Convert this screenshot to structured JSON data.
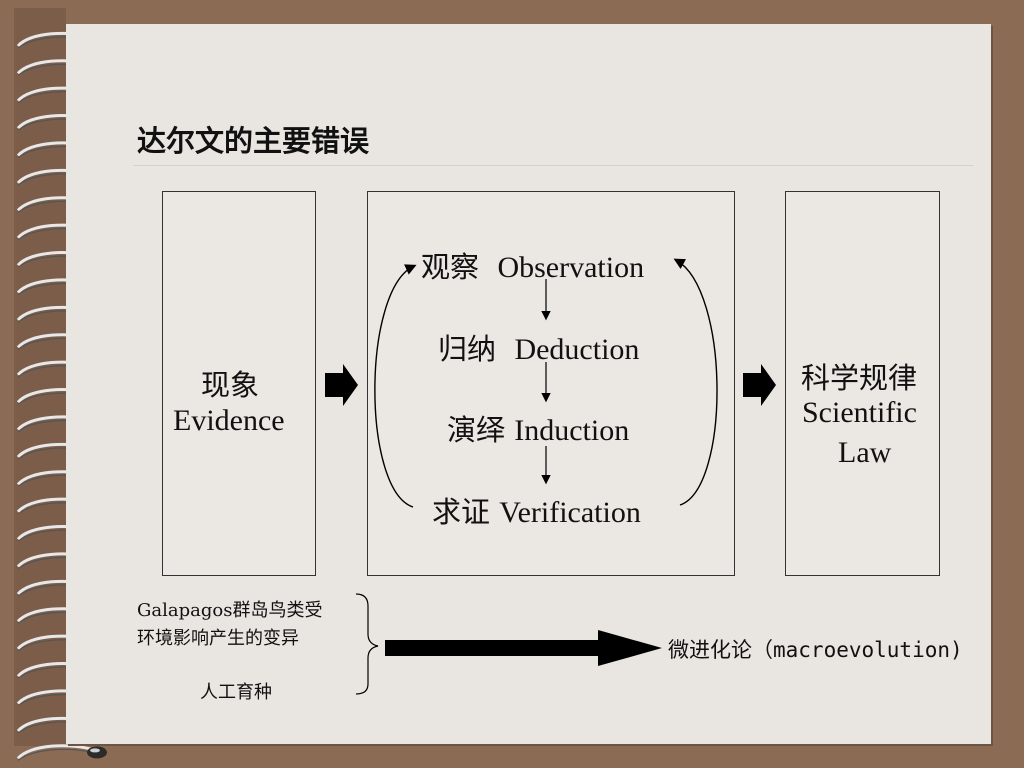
{
  "title": "达尔文的主要错误",
  "evidence_box": {
    "cn": "现象",
    "en": "Evidence"
  },
  "method_box": {
    "steps": [
      {
        "cn": "观察",
        "en": "Observation"
      },
      {
        "cn": "归纳",
        "en": "Deduction"
      },
      {
        "cn": "演绎",
        "en": "Induction"
      },
      {
        "cn": "求证",
        "en": "Verification"
      }
    ]
  },
  "law_box": {
    "cn": "科学规律",
    "en_line1": "Scientific",
    "en_line2": "Law"
  },
  "bottom": {
    "item1_line1": "Galapagos群岛鸟类受",
    "item1_line2": "环境影响产生的变异",
    "item2": "人工育种",
    "conclusion": "微进化论（macroevolution)"
  },
  "colors": {
    "frame": "#8c6b55",
    "slide": "#e9e5e1",
    "box_border": "#333333",
    "arrow": "#000000"
  }
}
